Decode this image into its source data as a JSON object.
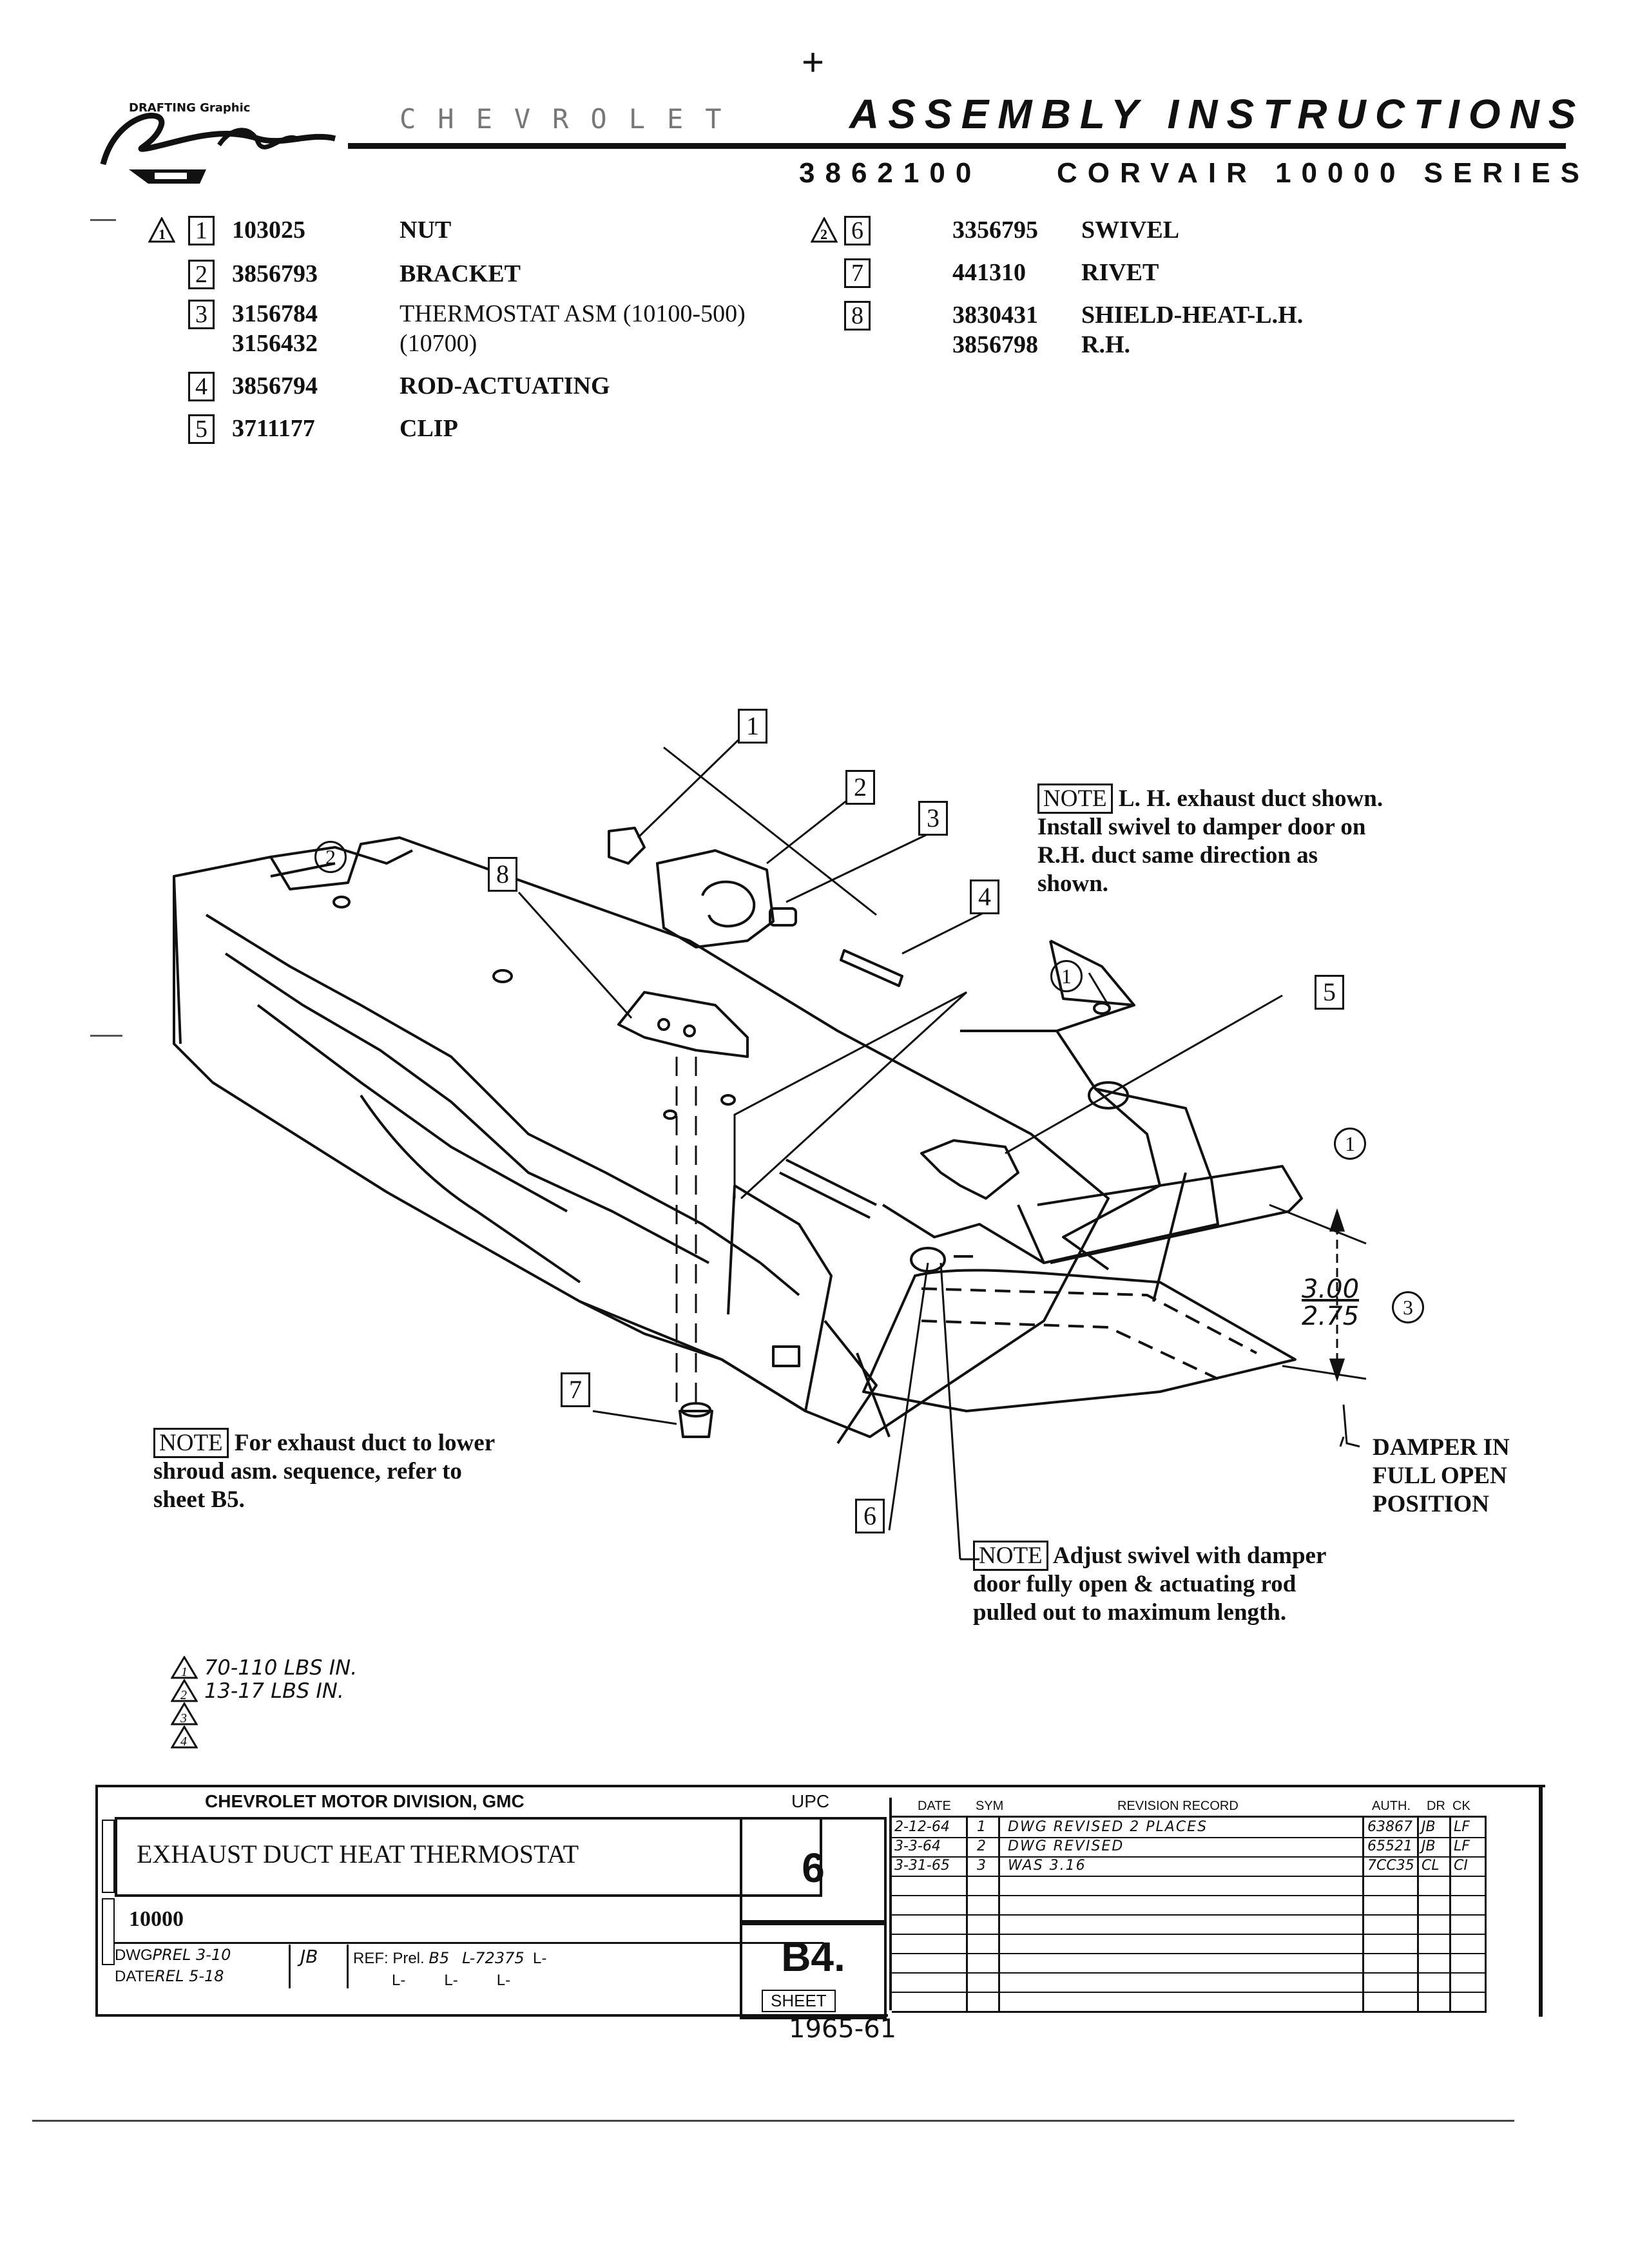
{
  "header": {
    "title": "ASSEMBLY INSTRUCTIONS",
    "part_number": "3862100",
    "series": "CORVAIR 10000 SERIES",
    "logo_text": "DRAFTING Graphic",
    "faint_text": "CHEVROLET"
  },
  "parts_left": [
    {
      "num": "1",
      "part": "103025",
      "desc": "NUT",
      "flag": "1"
    },
    {
      "num": "2",
      "part": "3856793",
      "desc": "BRACKET"
    },
    {
      "num": "3",
      "part": "3156784",
      "desc": "THERMOSTAT ASM (10100-500)",
      "part2": "3156432",
      "desc2": "(10700)"
    },
    {
      "num": "4",
      "part": "3856794",
      "desc": "ROD-ACTUATING"
    },
    {
      "num": "5",
      "part": "3711177",
      "desc": "CLIP"
    }
  ],
  "parts_right": [
    {
      "num": "6",
      "part": "3356795",
      "desc": "SWIVEL",
      "flag": "2"
    },
    {
      "num": "7",
      "part": "441310",
      "desc": "RIVET"
    },
    {
      "num": "8",
      "part": "3830431",
      "desc": "SHIELD-HEAT-L.H.",
      "part2": "3856798",
      "desc2": "R.H."
    }
  ],
  "notes": {
    "label": "NOTE",
    "top_1": "L. H. exhaust duct shown.",
    "top_2": "Install swivel to damper door on",
    "top_3": "R.H. duct same direction as",
    "top_4": "shown.",
    "left_1": "For exhaust duct to lower",
    "left_2": "shroud asm. sequence, refer to",
    "left_3": "sheet B5.",
    "bottom_1": "Adjust swivel with damper",
    "bottom_2": "door fully open & actuating rod",
    "bottom_3": "pulled out to maximum length.",
    "damper_1": "DAMPER IN",
    "damper_2": "FULL OPEN",
    "damper_3": "POSITION"
  },
  "dimension": {
    "upper": "3.00",
    "lower": "2.75",
    "circle": "3"
  },
  "callouts": [
    "1",
    "2",
    "3",
    "4",
    "5",
    "6",
    "7",
    "8"
  ],
  "circle_callouts": {
    "a": "2",
    "b": "1",
    "c": "1"
  },
  "torque": {
    "t1": "70-110 LBS IN.",
    "t2": "13-17 LBS IN.",
    "f1": "1",
    "f2": "2",
    "f3": "3",
    "f4": "4"
  },
  "title_block": {
    "division": "CHEVROLET MOTOR DIVISION, GMC",
    "upc_label": "UPC",
    "upc": "6",
    "title": "EXHAUST DUCT HEAT THERMOSTAT",
    "model": "10000",
    "sheet_num": "B4.",
    "sheet_label": "SHEET",
    "dwg_label": "DWG",
    "dwg_val": "PREL 3-10",
    "date_label": "DATE",
    "date_val": "REL 5-18",
    "initials": "JB",
    "ref_label": "REF: Prel.",
    "ref_val": "B5",
    "ref2": "L-72375",
    "ref_l": "L-",
    "rev_headers": {
      "date": "DATE",
      "sym": "SYM",
      "record": "REVISION RECORD",
      "auth": "AUTH.",
      "dr": "DR",
      "ck": "CK"
    },
    "revisions": [
      {
        "date": "2-12-64",
        "sym": "1",
        "record": "DWG REVISED 2 PLACES",
        "auth": "63867",
        "dr": "JB",
        "ck": "LF"
      },
      {
        "date": "3-3-64",
        "sym": "2",
        "record": "DWG REVISED",
        "auth": "65521",
        "dr": "JB",
        "ck": "LF"
      },
      {
        "date": "3-31-65",
        "sym": "3",
        "record": "WAS 3.16",
        "auth": "7CC35",
        "dr": "CL",
        "ck": "CI"
      }
    ]
  },
  "footer": "1965-61"
}
